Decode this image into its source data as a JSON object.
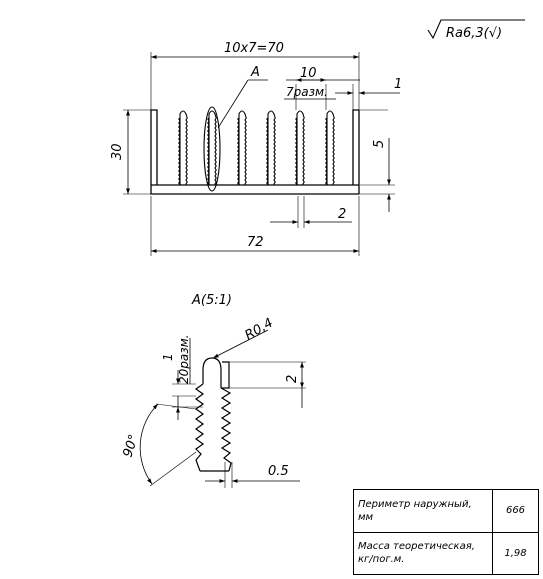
{
  "surface_finish": "Ra6,3(√)",
  "main_view": {
    "dim_total_pitch": "10x7=70",
    "view_marker": "A",
    "dim_fin_count_spacing": "10",
    "dim_fin_count_note": "7разм.",
    "dim_fin_thickness": "1",
    "dim_height": "30",
    "dim_fin_base_height": "5",
    "dim_base_thickness": "2",
    "dim_width": "72"
  },
  "detail_view": {
    "title": "A(5:1)",
    "dim_radius": "R0,4",
    "dim_tooth_thickness": "1",
    "dim_tooth_count": "20разм.",
    "dim_fin_height": "2",
    "dim_angle": "90°",
    "dim_tooth_pitch": "0.5"
  },
  "properties_table": [
    {
      "name": "Периметр наружный, мм",
      "value": "666"
    },
    {
      "name": "Масса теоретическая, кг/пог.м.",
      "value": "1,98"
    }
  ]
}
